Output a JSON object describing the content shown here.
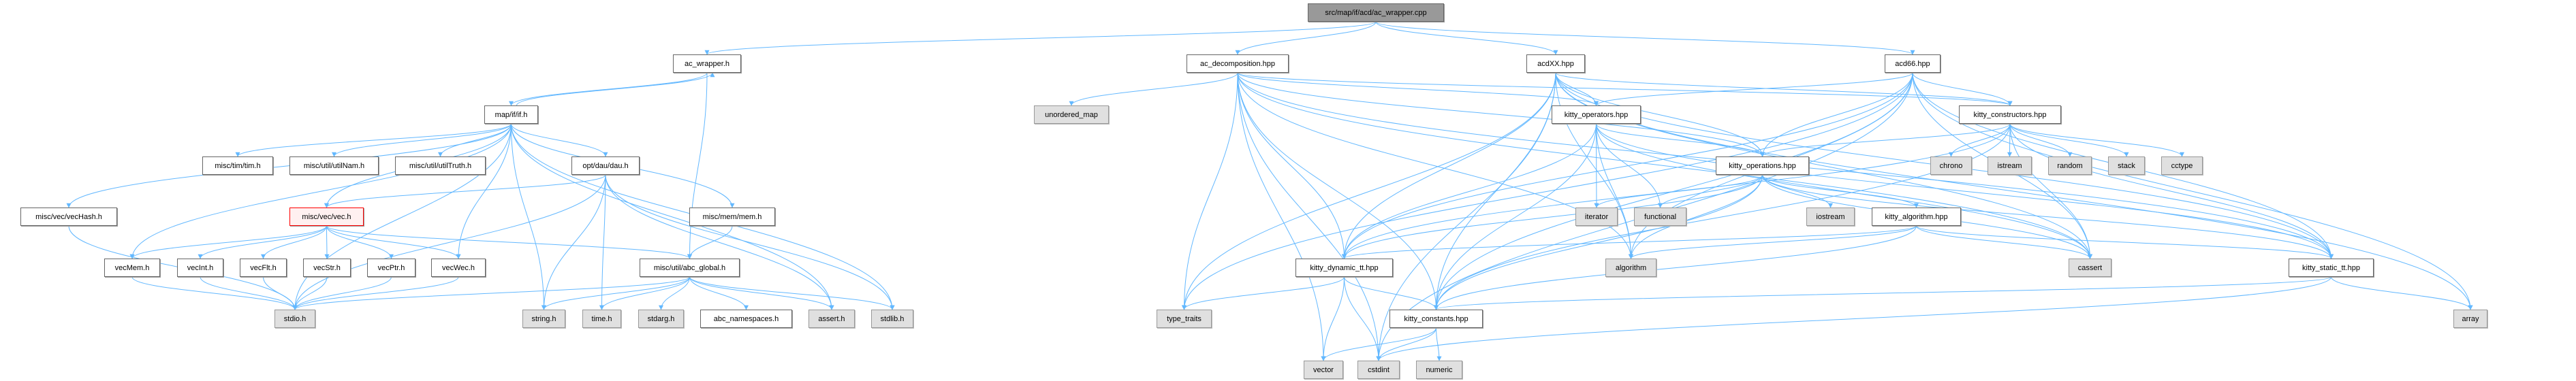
{
  "title": "src/map/if/acd/ac_wrapper.cpp",
  "colors": {
    "edge": "#63b8ff",
    "focus_border": "#ff0000"
  },
  "nodes": {
    "root": {
      "label": "src/map/if/acd/ac_wrapper.cpp",
      "kind": "root"
    },
    "ac_wrapper_h": {
      "label": "ac_wrapper.h",
      "kind": "file"
    },
    "if_h": {
      "label": "map/if/if.h",
      "kind": "file"
    },
    "tim_h": {
      "label": "misc/tim/tim.h",
      "kind": "file"
    },
    "utilNam_h": {
      "label": "misc/util/utilNam.h",
      "kind": "file"
    },
    "utilTruth_h": {
      "label": "misc/util/utilTruth.h",
      "kind": "file"
    },
    "dau_h": {
      "label": "opt/dau/dau.h",
      "kind": "file"
    },
    "vecHash_h": {
      "label": "misc/vec/vecHash.h",
      "kind": "file"
    },
    "vec_h": {
      "label": "misc/vec/vec.h",
      "kind": "focus"
    },
    "mem_h": {
      "label": "misc/mem/mem.h",
      "kind": "file"
    },
    "vecMem_h": {
      "label": "vecMem.h",
      "kind": "file"
    },
    "vecInt_h": {
      "label": "vecInt.h",
      "kind": "file"
    },
    "vecFlt_h": {
      "label": "vecFlt.h",
      "kind": "file"
    },
    "vecStr_h": {
      "label": "vecStr.h",
      "kind": "file"
    },
    "vecPtr_h": {
      "label": "vecPtr.h",
      "kind": "file"
    },
    "vecWec_h": {
      "label": "vecWec.h",
      "kind": "file"
    },
    "abc_global_h": {
      "label": "misc/util/abc_global.h",
      "kind": "file"
    },
    "stdio_h": {
      "label": "stdio.h",
      "kind": "sys"
    },
    "string_h": {
      "label": "string.h",
      "kind": "sys"
    },
    "time_h": {
      "label": "time.h",
      "kind": "sys"
    },
    "stdarg_h": {
      "label": "stdarg.h",
      "kind": "sys"
    },
    "abc_namespaces_h": {
      "label": "abc_namespaces.h",
      "kind": "file"
    },
    "assert_h": {
      "label": "assert.h",
      "kind": "sys"
    },
    "stdlib_h": {
      "label": "stdlib.h",
      "kind": "sys"
    },
    "ac_decomposition_hpp": {
      "label": "ac_decomposition.hpp",
      "kind": "file"
    },
    "acdXX_hpp": {
      "label": "acdXX.hpp",
      "kind": "file"
    },
    "acd66_hpp": {
      "label": "acd66.hpp",
      "kind": "file"
    },
    "unordered_map": {
      "label": "unordered_map",
      "kind": "sys"
    },
    "kitty_operators_hpp": {
      "label": "kitty_operators.hpp",
      "kind": "file"
    },
    "kitty_constructors_hpp": {
      "label": "kitty_constructors.hpp",
      "kind": "file"
    },
    "kitty_operations_hpp": {
      "label": "kitty_operations.hpp",
      "kind": "file"
    },
    "chrono": {
      "label": "chrono",
      "kind": "sys"
    },
    "istream": {
      "label": "istream",
      "kind": "sys"
    },
    "random": {
      "label": "random",
      "kind": "sys"
    },
    "stack": {
      "label": "stack",
      "kind": "sys"
    },
    "cctype": {
      "label": "cctype",
      "kind": "sys"
    },
    "iterator": {
      "label": "iterator",
      "kind": "sys"
    },
    "functional": {
      "label": "functional",
      "kind": "sys"
    },
    "iostream": {
      "label": "iostream",
      "kind": "sys"
    },
    "kitty_algorithm_hpp": {
      "label": "kitty_algorithm.hpp",
      "kind": "file"
    },
    "kitty_dynamic_tt_hpp": {
      "label": "kitty_dynamic_tt.hpp",
      "kind": "file"
    },
    "algorithm": {
      "label": "algorithm",
      "kind": "sys"
    },
    "cassert": {
      "label": "cassert",
      "kind": "sys"
    },
    "kitty_static_tt_hpp": {
      "label": "kitty_static_tt.hpp",
      "kind": "file"
    },
    "type_traits": {
      "label": "type_traits",
      "kind": "sys"
    },
    "kitty_constants_hpp": {
      "label": "kitty_constants.hpp",
      "kind": "file"
    },
    "array": {
      "label": "array",
      "kind": "sys"
    },
    "vector": {
      "label": "vector",
      "kind": "sys"
    },
    "cstdint": {
      "label": "cstdint",
      "kind": "sys"
    },
    "numeric": {
      "label": "numeric",
      "kind": "sys"
    }
  },
  "edges": [
    [
      "root",
      "ac_wrapper_h"
    ],
    [
      "root",
      "ac_decomposition_hpp"
    ],
    [
      "root",
      "acdXX_hpp"
    ],
    [
      "root",
      "acd66_hpp"
    ],
    [
      "ac_wrapper_h",
      "if_h"
    ],
    [
      "ac_wrapper_h",
      "abc_global_h"
    ],
    [
      "if_h",
      "ac_wrapper_h"
    ],
    [
      "if_h",
      "tim_h"
    ],
    [
      "if_h",
      "utilNam_h"
    ],
    [
      "if_h",
      "utilTruth_h"
    ],
    [
      "if_h",
      "dau_h"
    ],
    [
      "if_h",
      "vec_h"
    ],
    [
      "if_h",
      "vecHash_h"
    ],
    [
      "if_h",
      "vecMem_h"
    ],
    [
      "if_h",
      "vecWec_h"
    ],
    [
      "if_h",
      "mem_h"
    ],
    [
      "if_h",
      "stdio_h"
    ],
    [
      "if_h",
      "string_h"
    ],
    [
      "if_h",
      "assert_h"
    ],
    [
      "if_h",
      "stdlib_h"
    ],
    [
      "dau_h",
      "vec_h"
    ],
    [
      "dau_h",
      "stdio_h"
    ],
    [
      "dau_h",
      "string_h"
    ],
    [
      "dau_h",
      "time_h"
    ],
    [
      "dau_h",
      "assert_h"
    ],
    [
      "dau_h",
      "stdlib_h"
    ],
    [
      "vecHash_h",
      "stdio_h"
    ],
    [
      "vec_h",
      "vecMem_h"
    ],
    [
      "vec_h",
      "vecInt_h"
    ],
    [
      "vec_h",
      "vecFlt_h"
    ],
    [
      "vec_h",
      "vecStr_h"
    ],
    [
      "vec_h",
      "vecPtr_h"
    ],
    [
      "vec_h",
      "vecWec_h"
    ],
    [
      "vec_h",
      "abc_global_h"
    ],
    [
      "vecMem_h",
      "stdio_h"
    ],
    [
      "vecInt_h",
      "stdio_h"
    ],
    [
      "vecFlt_h",
      "stdio_h"
    ],
    [
      "vecStr_h",
      "stdio_h"
    ],
    [
      "vecPtr_h",
      "stdio_h"
    ],
    [
      "vecWec_h",
      "stdio_h"
    ],
    [
      "mem_h",
      "abc_global_h"
    ],
    [
      "abc_global_h",
      "stdio_h"
    ],
    [
      "abc_global_h",
      "string_h"
    ],
    [
      "abc_global_h",
      "time_h"
    ],
    [
      "abc_global_h",
      "stdarg_h"
    ],
    [
      "abc_global_h",
      "abc_namespaces_h"
    ],
    [
      "abc_global_h",
      "assert_h"
    ],
    [
      "abc_global_h",
      "stdlib_h"
    ],
    [
      "ac_decomposition_hpp",
      "unordered_map"
    ],
    [
      "ac_decomposition_hpp",
      "kitty_operators_hpp"
    ],
    [
      "ac_decomposition_hpp",
      "kitty_operations_hpp"
    ],
    [
      "ac_decomposition_hpp",
      "kitty_constructors_hpp"
    ],
    [
      "ac_decomposition_hpp",
      "kitty_dynamic_tt_hpp"
    ],
    [
      "ac_decomposition_hpp",
      "kitty_constants_hpp"
    ],
    [
      "ac_decomposition_hpp",
      "kitty_static_tt_hpp"
    ],
    [
      "ac_decomposition_hpp",
      "algorithm"
    ],
    [
      "ac_decomposition_hpp",
      "type_traits"
    ],
    [
      "ac_decomposition_hpp",
      "vector"
    ],
    [
      "ac_decomposition_hpp",
      "cstdint"
    ],
    [
      "ac_decomposition_hpp",
      "cassert"
    ],
    [
      "acdXX_hpp",
      "kitty_operators_hpp"
    ],
    [
      "acdXX_hpp",
      "kitty_operations_hpp"
    ],
    [
      "acdXX_hpp",
      "kitty_constructors_hpp"
    ],
    [
      "acdXX_hpp",
      "kitty_dynamic_tt_hpp"
    ],
    [
      "acdXX_hpp",
      "kitty_constants_hpp"
    ],
    [
      "acdXX_hpp",
      "kitty_static_tt_hpp"
    ],
    [
      "acdXX_hpp",
      "algorithm"
    ],
    [
      "acdXX_hpp",
      "type_traits"
    ],
    [
      "acdXX_hpp",
      "cstdint"
    ],
    [
      "acdXX_hpp",
      "cassert"
    ],
    [
      "acdXX_hpp",
      "array"
    ],
    [
      "acd66_hpp",
      "kitty_constructors_hpp"
    ],
    [
      "acd66_hpp",
      "kitty_operations_hpp"
    ],
    [
      "acd66_hpp",
      "kitty_operators_hpp"
    ],
    [
      "acd66_hpp",
      "kitty_dynamic_tt_hpp"
    ],
    [
      "acd66_hpp",
      "kitty_static_tt_hpp"
    ],
    [
      "acd66_hpp",
      "kitty_constants_hpp"
    ],
    [
      "acd66_hpp",
      "cassert"
    ],
    [
      "acd66_hpp",
      "array"
    ],
    [
      "acd66_hpp",
      "cstdint"
    ],
    [
      "acd66_hpp",
      "algorithm"
    ],
    [
      "acd66_hpp",
      "type_traits"
    ],
    [
      "kitty_operators_hpp",
      "kitty_operations_hpp"
    ],
    [
      "kitty_operators_hpp",
      "kitty_dynamic_tt_hpp"
    ],
    [
      "kitty_operators_hpp",
      "kitty_static_tt_hpp"
    ],
    [
      "kitty_operators_hpp",
      "kitty_constants_hpp"
    ],
    [
      "kitty_operators_hpp",
      "algorithm"
    ],
    [
      "kitty_operators_hpp",
      "iterator"
    ],
    [
      "kitty_operators_hpp",
      "functional"
    ],
    [
      "kitty_operators_hpp",
      "cassert"
    ],
    [
      "kitty_constructors_hpp",
      "kitty_operations_hpp"
    ],
    [
      "kitty_constructors_hpp",
      "kitty_dynamic_tt_hpp"
    ],
    [
      "kitty_constructors_hpp",
      "kitty_static_tt_hpp"
    ],
    [
      "kitty_constructors_hpp",
      "kitty_constants_hpp"
    ],
    [
      "kitty_constructors_hpp",
      "chrono"
    ],
    [
      "kitty_constructors_hpp",
      "istream"
    ],
    [
      "kitty_constructors_hpp",
      "random"
    ],
    [
      "kitty_constructors_hpp",
      "stack"
    ],
    [
      "kitty_constructors_hpp",
      "cctype"
    ],
    [
      "kitty_constructors_hpp",
      "cassert"
    ],
    [
      "kitty_operations_hpp",
      "iterator"
    ],
    [
      "kitty_operations_hpp",
      "functional"
    ],
    [
      "kitty_operations_hpp",
      "iostream"
    ],
    [
      "kitty_operations_hpp",
      "kitty_algorithm_hpp"
    ],
    [
      "kitty_operations_hpp",
      "algorithm"
    ],
    [
      "kitty_operations_hpp",
      "kitty_dynamic_tt_hpp"
    ],
    [
      "kitty_operations_hpp",
      "kitty_static_tt_hpp"
    ],
    [
      "kitty_operations_hpp",
      "kitty_constants_hpp"
    ],
    [
      "kitty_operations_hpp",
      "cassert"
    ],
    [
      "kitty_algorithm_hpp",
      "algorithm"
    ],
    [
      "kitty_algorithm_hpp",
      "kitty_dynamic_tt_hpp"
    ],
    [
      "kitty_algorithm_hpp",
      "kitty_static_tt_hpp"
    ],
    [
      "kitty_algorithm_hpp",
      "kitty_constants_hpp"
    ],
    [
      "kitty_algorithm_hpp",
      "cassert"
    ],
    [
      "kitty_dynamic_tt_hpp",
      "type_traits"
    ],
    [
      "kitty_dynamic_tt_hpp",
      "kitty_constants_hpp"
    ],
    [
      "kitty_dynamic_tt_hpp",
      "vector"
    ],
    [
      "kitty_dynamic_tt_hpp",
      "cstdint"
    ],
    [
      "kitty_static_tt_hpp",
      "array"
    ],
    [
      "kitty_static_tt_hpp",
      "kitty_constants_hpp"
    ],
    [
      "kitty_static_tt_hpp",
      "cstdint"
    ],
    [
      "kitty_constants_hpp",
      "vector"
    ],
    [
      "kitty_constants_hpp",
      "cstdint"
    ],
    [
      "kitty_constants_hpp",
      "numeric"
    ]
  ]
}
